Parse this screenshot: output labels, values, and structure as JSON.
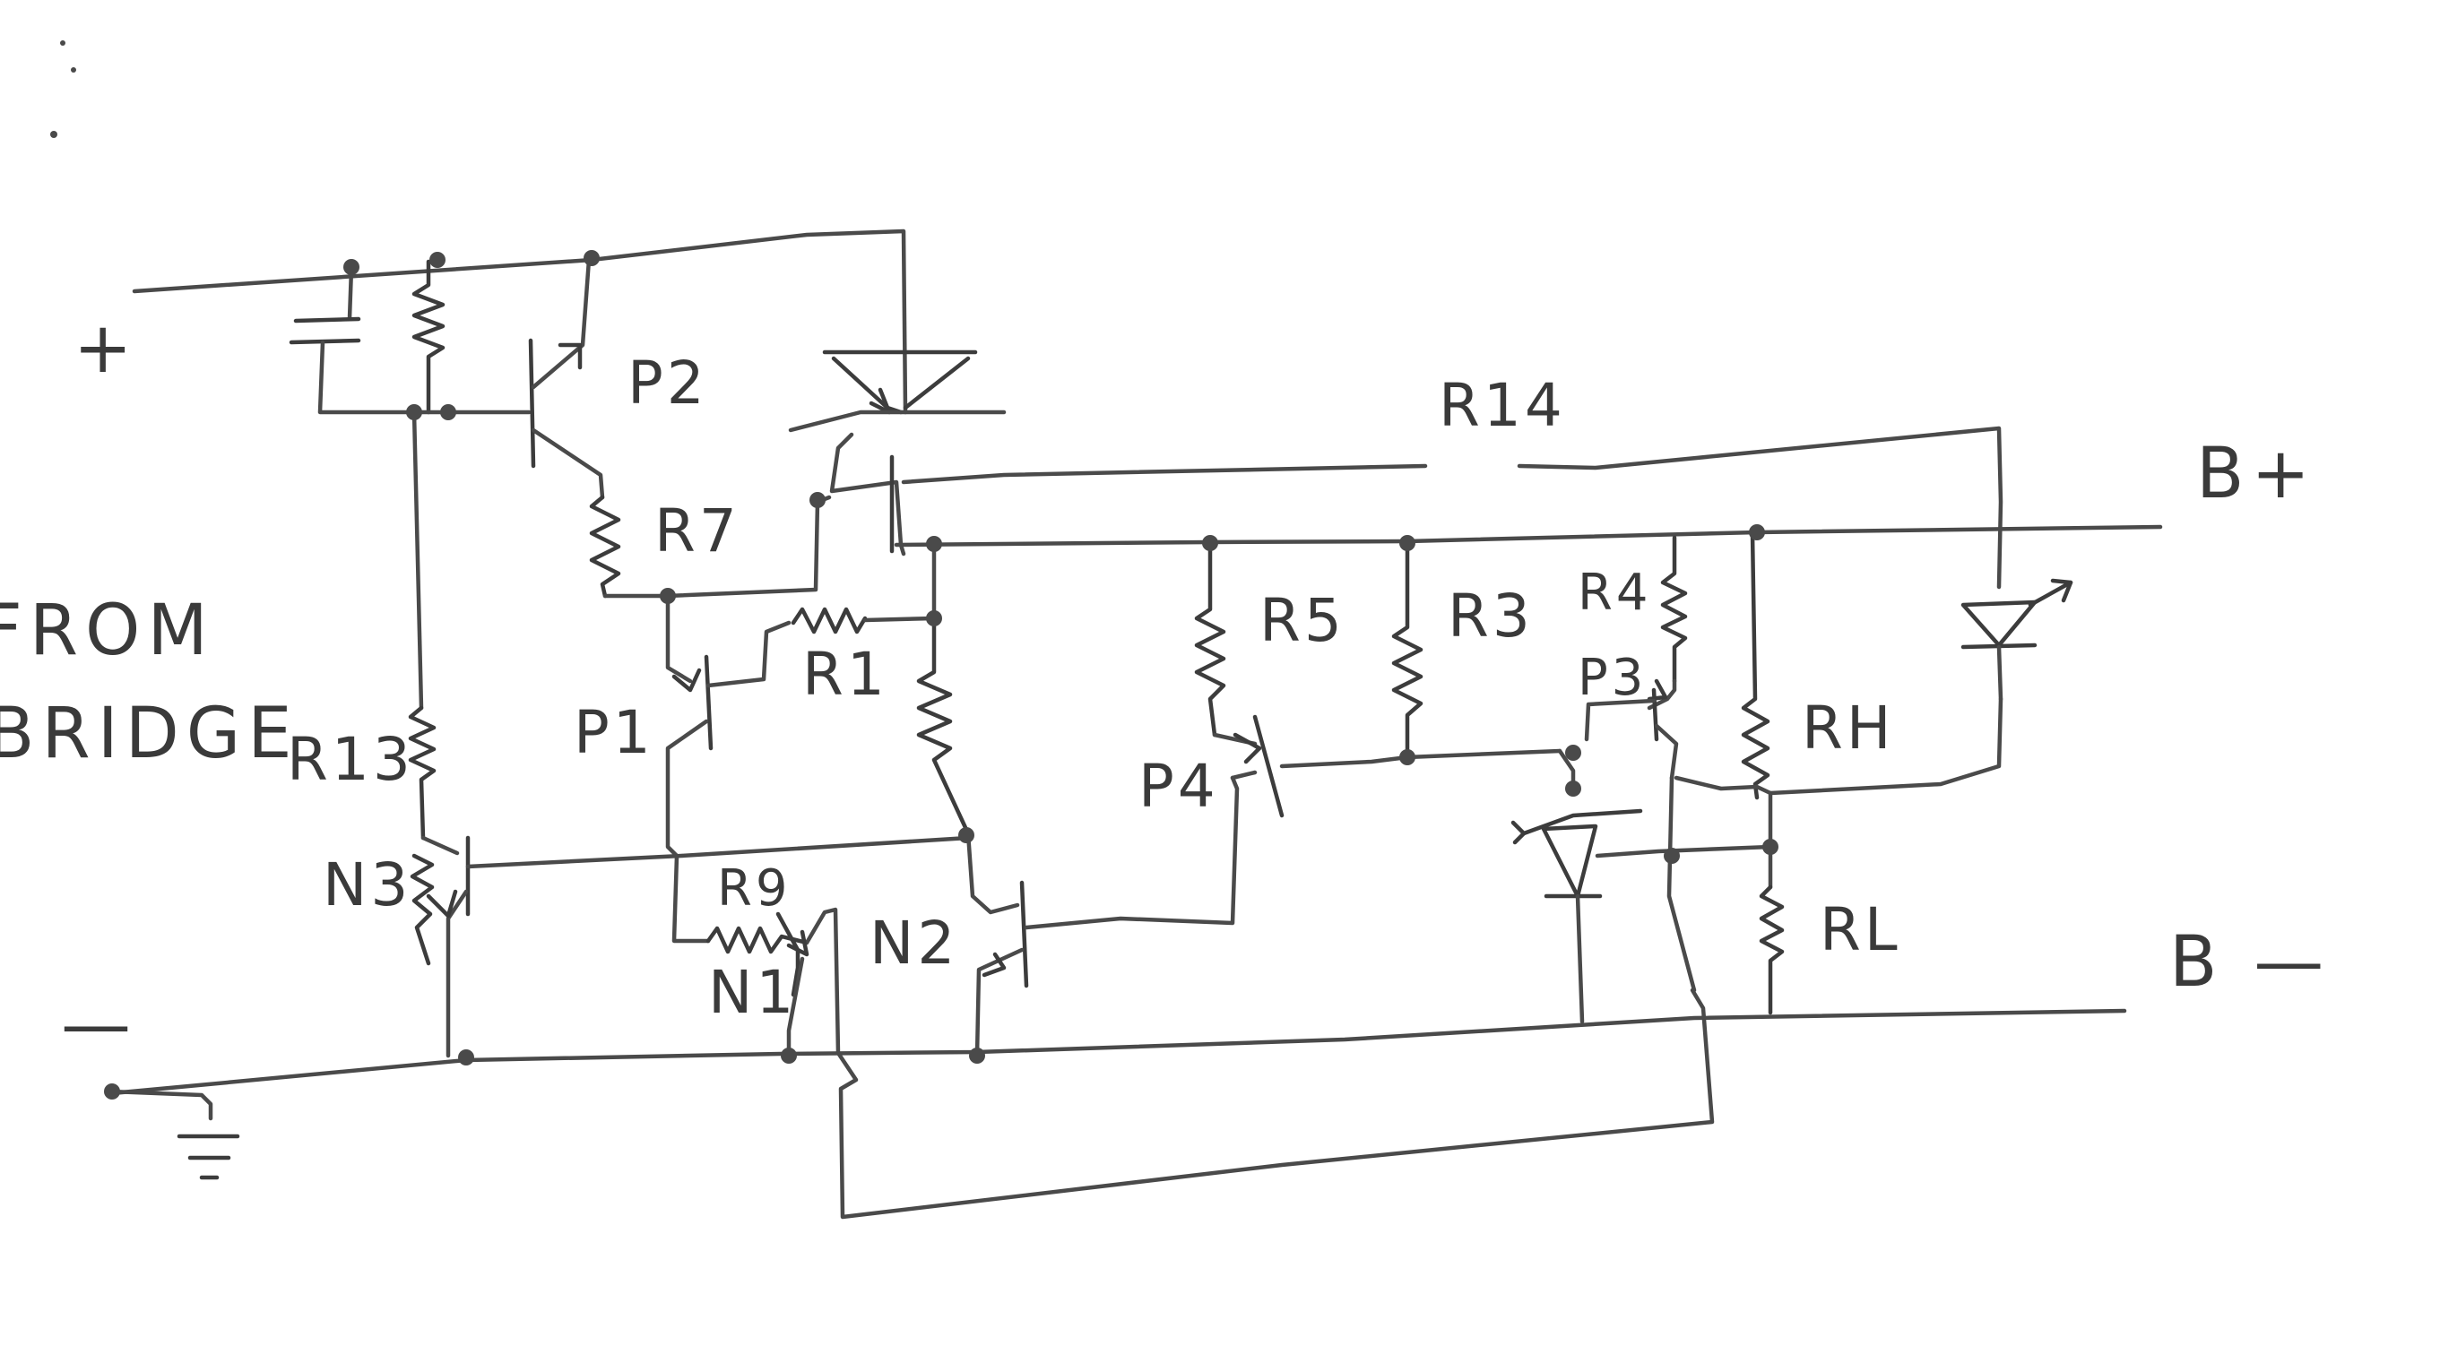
{
  "labels": {
    "plus": "+",
    "minus": "—",
    "from": "FROM",
    "bridge": "BRIDGE",
    "b_plus": "B+",
    "b_minus": "B —",
    "p1": "P1",
    "p2": "P2",
    "p3": "P3",
    "p4": "P4",
    "n1": "N1",
    "n2": "N2",
    "n3": "N3",
    "r1": "R1",
    "r3": "R3",
    "r4": "R4",
    "r5": "R5",
    "r7": "R7",
    "r9": "R9",
    "r13": "R13",
    "r14": "R14",
    "rh": "RH",
    "rl": "RL"
  },
  "colors": {
    "ink": "#4a4a4a",
    "paper": "#ffffff"
  }
}
